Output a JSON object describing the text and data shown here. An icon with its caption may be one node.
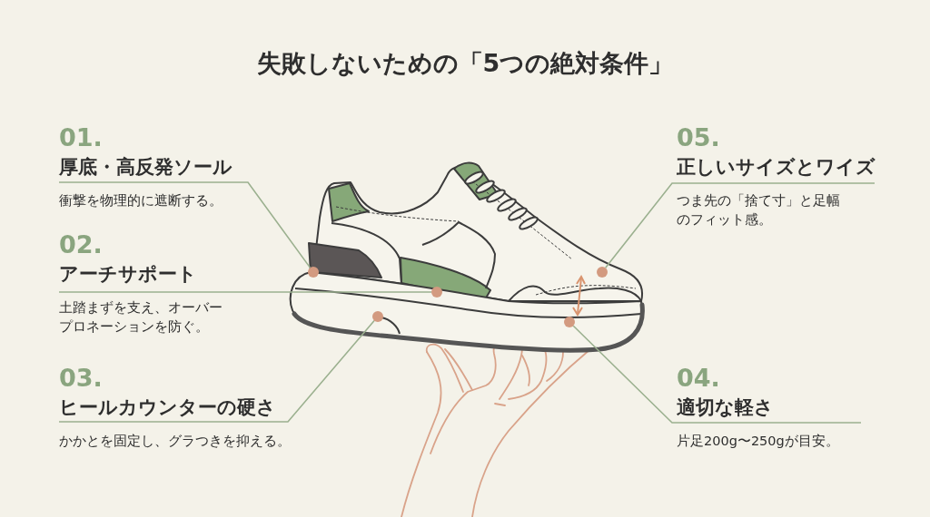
{
  "diagram": {
    "title": "失敗しないための「5つの絶対条件」",
    "nodes": [
      {
        "text": [
          "01.",
          "厚底・高反発ソール",
          "衝撃を物理的に遮断する。"
        ]
      },
      {
        "text": [
          "02.",
          "アーチサポート",
          "土踏まずを支え、オーバープロネーションを防ぐ。"
        ]
      },
      {
        "text": [
          "03.",
          "ヒールカウンターの硬さ",
          "かかとを固定し、グラつきを抑える。"
        ]
      },
      {
        "text": [
          "04.",
          "適切な軽さ",
          "片足200g〜250gが目安。"
        ]
      },
      {
        "text": [
          "05.",
          "正しいサイズとワイズ",
          "つま先の「捨て寸」と足幅のフィット感。"
        ]
      },
      {
        "text": [],
        "shape": "circle"
      },
      {
        "text": [],
        "shape": "circle"
      },
      {
        "text": [],
        "shape": "circle"
      },
      {
        "text": [],
        "shape": "circle"
      },
      {
        "text": [],
        "shape": "circle"
      }
    ],
    "edges": [
      {
        "from": 0,
        "to": 5,
        "arrow": "none"
      },
      {
        "from": 1,
        "to": 6,
        "arrow": "none"
      },
      {
        "from": 2,
        "to": 7,
        "arrow": "none"
      },
      {
        "from": 3,
        "to": 8,
        "arrow": "none"
      },
      {
        "from": 4,
        "to": 9,
        "arrow": "none"
      }
    ]
  }
}
